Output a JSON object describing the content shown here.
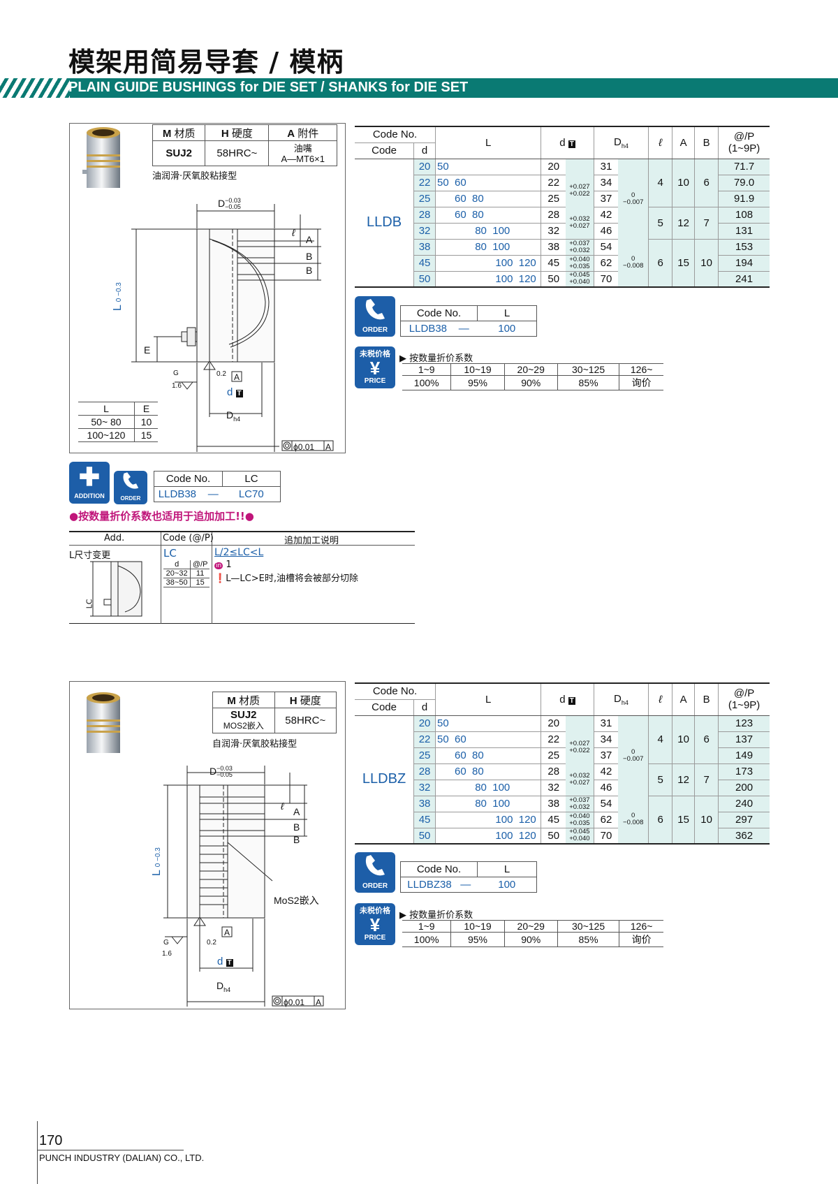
{
  "header": {
    "title_cn": "模架用简易导套 / 模柄",
    "title_en": "PLAIN GUIDE BUSHINGS for DIE SET / SHANKS for DIE SET"
  },
  "colors": {
    "band": "#0a7a73",
    "tint": "#dff1ef",
    "blue": "#1d5ea8",
    "magenta": "#c0157a"
  },
  "common": {
    "col_code_no": "Code No.",
    "col_code": "Code",
    "col_d": "d",
    "col_L": "L",
    "col_dT": "d",
    "col_D": "D",
    "col_D_sub": "h4",
    "col_l": "ℓ",
    "col_A": "A",
    "col_B": "B",
    "col_price1": "@/P",
    "col_price2": "(1~9P)",
    "tol_D_top": "0",
    "tol_D_bot": "−0.007",
    "tol_D2_top": "0",
    "tol_D2_bot": "−0.008",
    "order_label": "ORDER",
    "price_label": "PRICE",
    "price_tag": "未税价格",
    "addition_label": "ADDITION",
    "discount_title": "▶ 按数量折价系数",
    "discount_qty": [
      "1~9",
      "10~19",
      "20~29",
      "30~125",
      "126~"
    ],
    "discount_rate": [
      "100%",
      "95%",
      "90%",
      "85%",
      "询价"
    ],
    "order_col1": "Code No.",
    "order_col2": "L",
    "dash": "—"
  },
  "section1": {
    "spec": {
      "m_label": "材质",
      "h_label": "硬度",
      "a_label": "附件",
      "material": "SUJ2",
      "hardness": "58HRC~",
      "accessory_1": "油嘴",
      "accessory_2": "A—MT6×1"
    },
    "note": "油润滑·厌氧胶粘接型",
    "dims": {
      "D": "D",
      "D_tol_top": "−0.03",
      "D_tol_bot": "−0.05",
      "L": "L",
      "L_tol": "0 −0.3",
      "l": "ℓ",
      "A": "A",
      "B": "B",
      "E": "E",
      "G": "G",
      "roughness": "1.6",
      "angle": "0.2",
      "datum": "A",
      "dT": "d",
      "Dh4": "D",
      "Dh4_sub": "h4",
      "concentric": "ϕ0.01",
      "concentric_datum": "A"
    },
    "le_table": {
      "h1": "L",
      "h2": "E",
      "rows": [
        [
          "50~ 80",
          "10"
        ],
        [
          "100~120",
          "15"
        ]
      ]
    },
    "series": "LLDB",
    "rows": [
      {
        "d": "20",
        "L": "50",
        "dd": "20",
        "Dh": "31",
        "price": "71.7"
      },
      {
        "d": "22",
        "L": "50  60",
        "dd": "22",
        "Dh": "34",
        "price": "79.0"
      },
      {
        "d": "25",
        "L": "      60  80",
        "dd": "25",
        "Dh": "37",
        "price": "91.9"
      },
      {
        "d": "28",
        "L": "      60  80",
        "dd": "28",
        "Dh": "42",
        "price": "108"
      },
      {
        "d": "32",
        "L": "             80  100",
        "dd": "32",
        "Dh": "46",
        "price": "131"
      },
      {
        "d": "38",
        "L": "             80  100",
        "dd": "38",
        "Dh": "54",
        "price": "153"
      },
      {
        "d": "45",
        "L": "                    100  120",
        "dd": "45",
        "Dh": "62",
        "price": "194"
      },
      {
        "d": "50",
        "L": "                    100  120",
        "dd": "50",
        "Dh": "70",
        "price": "241"
      }
    ],
    "tol_d": [
      [
        "+0.027",
        "+0.022"
      ],
      [
        "+0.032",
        "+0.027"
      ],
      [
        "+0.037",
        "+0.032"
      ],
      [
        "+0.040",
        "+0.035"
      ],
      [
        "+0.045",
        "+0.040"
      ]
    ],
    "lAB": [
      [
        "4",
        "10",
        "6"
      ],
      [
        "5",
        "12",
        "7"
      ],
      [
        "6",
        "15",
        "10"
      ]
    ],
    "order": {
      "code": "LLDB38",
      "L": "100"
    },
    "add_order": {
      "c1": "Code No.",
      "c2": "LC",
      "code": "LLDB38",
      "lc": "LC70"
    },
    "add_notice": "●按数量折价系数也适用于追加加工!!●",
    "add_table": {
      "h1": "Add.",
      "h2": "Code (@/P)",
      "h3": "追加加工说明",
      "row_label": "L尺寸变更",
      "code": "LC",
      "sub_h1": "d",
      "sub_h2": "@/P",
      "sub_rows": [
        [
          "20~32",
          "11"
        ],
        [
          "38~50",
          "15"
        ]
      ],
      "desc1": "L/2≤LC<L",
      "desc2_icon": "in",
      "desc2": "1",
      "desc3": "L—LC>E时,油槽将会被部分切除",
      "lc_dim": "LC"
    }
  },
  "section2": {
    "spec": {
      "m_label": "材质",
      "h_label": "硬度",
      "material": "SUJ2",
      "material2": "MOS2嵌入",
      "hardness": "58HRC~"
    },
    "note": "自润滑·厌氧胶粘接型",
    "mos2": "MoS2嵌入",
    "series": "LLDBZ",
    "prices": [
      "123",
      "137",
      "149",
      "173",
      "200",
      "240",
      "297",
      "362"
    ],
    "order": {
      "code": "LLDBZ38",
      "L": "100"
    }
  },
  "footer": {
    "page": "170",
    "company": "PUNCH INDUSTRY (DALIAN) CO., LTD."
  }
}
